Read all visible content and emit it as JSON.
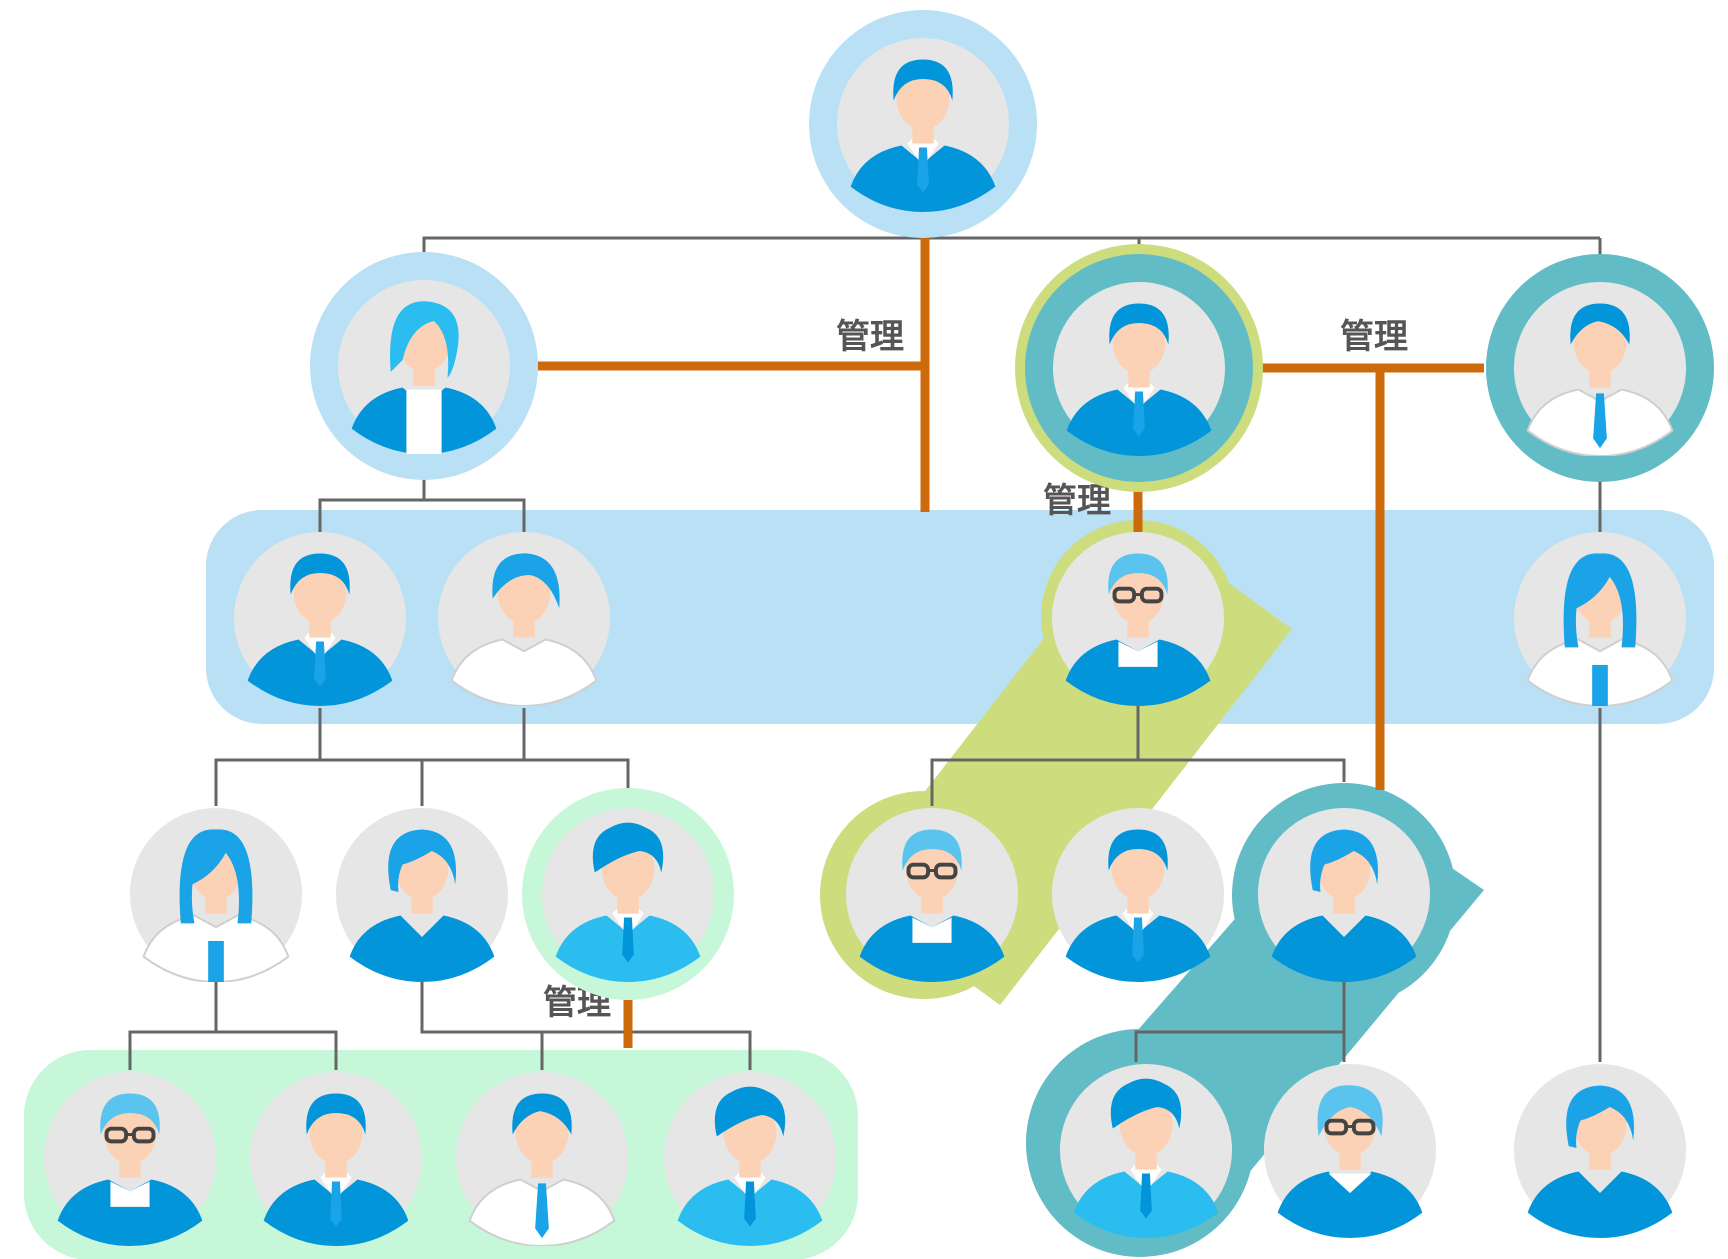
{
  "colors": {
    "background": "#ffffff",
    "tree_line": "#666666",
    "management_line": "#cc6a0c",
    "blue_light": "#b9e0f4",
    "teal": "#62bcc6",
    "lime": "#cddc7d",
    "mint": "#c6f7d8",
    "avatar_bg": "#e6e6e6",
    "suit_blue": "#0395da",
    "suit_cyan": "#2bbdef",
    "hair_blue": "#1aa3e6",
    "skin": "#fcd2b6",
    "label_text": "#555555"
  },
  "labels": {
    "management_1": "管理",
    "management_2": "管理",
    "management_3": "管理",
    "management_4": "管理"
  },
  "people": {
    "ceo": {
      "icon": "manager-man-suit-avatar-icon"
    },
    "exec_woman": {
      "icon": "woman-blazer-avatar-icon"
    },
    "exec_man": {
      "icon": "man-suit-tie-avatar-icon"
    },
    "exec_shirt": {
      "icon": "man-shirt-tie-avatar-icon"
    },
    "mgr_suit": {
      "icon": "man-suit-tie-avatar-icon"
    },
    "mgr_shirt": {
      "icon": "man-white-shirt-avatar-icon"
    },
    "senior_glasses": {
      "icon": "senior-man-glasses-avatar-icon"
    },
    "woman_long": {
      "icon": "woman-long-hair-avatar-icon"
    },
    "staff_woman_long": {
      "icon": "woman-long-hair-avatar-icon"
    },
    "staff_woman_bun": {
      "icon": "woman-updo-avatar-icon"
    },
    "staff_man_curly": {
      "icon": "man-curly-hair-avatar-icon"
    },
    "staff_man_glasses": {
      "icon": "man-glasses-avatar-icon"
    },
    "staff_man_suit": {
      "icon": "man-suit-tie-avatar-icon"
    },
    "staff_woman_bun2": {
      "icon": "woman-updo-avatar-icon"
    },
    "junior_senior": {
      "icon": "senior-man-glasses-avatar-icon"
    },
    "junior_suit": {
      "icon": "man-suit-tie-avatar-icon"
    },
    "junior_shirt": {
      "icon": "man-shirt-tie-avatar-icon"
    },
    "junior_curly": {
      "icon": "man-curly-hair-avatar-icon"
    },
    "junior_man_suit": {
      "icon": "man-suit-tie-avatar-icon"
    },
    "junior_glasses": {
      "icon": "woman-glasses-avatar-icon"
    },
    "junior_woman": {
      "icon": "woman-updo-avatar-icon"
    }
  }
}
